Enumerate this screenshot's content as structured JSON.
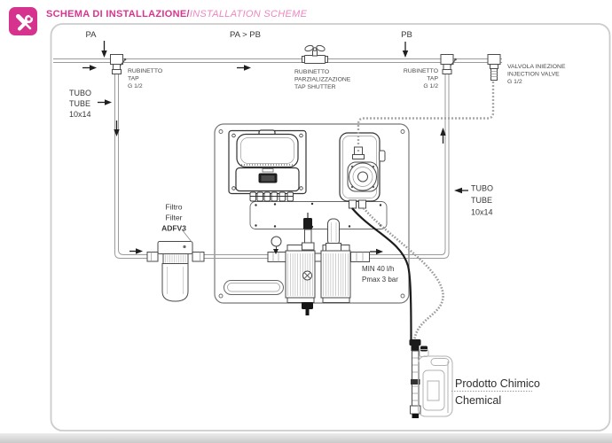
{
  "header": {
    "title_primary": "SCHEMA DI INSTALLAZIONE/",
    "title_secondary": "INSTALLATION SCHEME"
  },
  "colors": {
    "accent_pink": "#d8358f",
    "accent_pink_light": "#ee86c0",
    "pipe_gray": "#9b9b9b",
    "frame_gray": "#cccccc"
  },
  "labels": {
    "pa": "PA",
    "pa_gt_pb": "PA > PB",
    "pb": "PB",
    "tap_left": [
      "RUBINETTO",
      "TAP",
      "G 1/2"
    ],
    "tap_shutter": [
      "RUBINETTO",
      "PARZIALIZZAZIONE",
      "TAP SHUTTER"
    ],
    "tap_right": [
      "RUBINETTO",
      "TAP",
      "G 1/2"
    ],
    "injection_valve": [
      "VALVOLA INIEZIONE",
      "INJECTION VALVE",
      "G 1/2"
    ],
    "tube_left": [
      "TUBO",
      "TUBE",
      "10x14"
    ],
    "tube_right": [
      "TUBO",
      "TUBE",
      "10x14"
    ],
    "filter": [
      "Filtro",
      "Filter",
      "ADFV3"
    ],
    "flow_spec": [
      "MIN 40 l/h",
      "Pmax 3 bar"
    ],
    "chemical_product": [
      "Prodotto Chimico",
      "Chemical"
    ]
  }
}
